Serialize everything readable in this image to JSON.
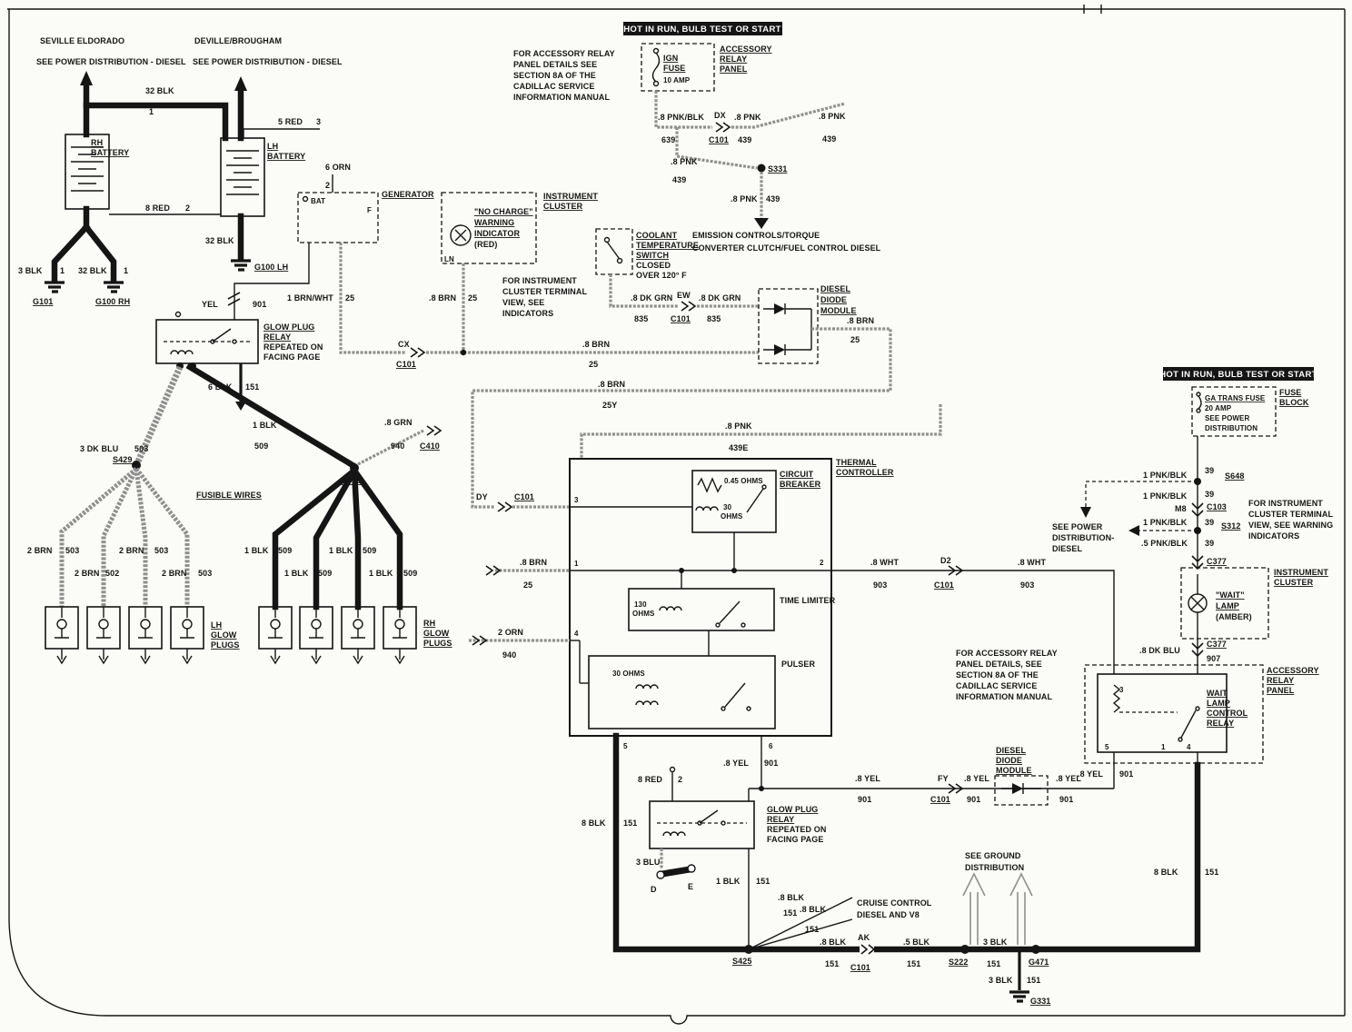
{
  "banners": {
    "hot_in_run": "HOT IN RUN,  BULB TEST OR START"
  },
  "header": {
    "seville": "SEVILLE ELDORADO",
    "deville": "DEVILLE/BROUGHAM",
    "see_pd": "SEE POWER DISTRIBUTION - DIESEL"
  },
  "comp": {
    "rh": "RH",
    "lh": "LH",
    "battery": "BATTERY",
    "generator": "GENERATOR",
    "instr1": "INSTRUMENT",
    "instr2": "CLUSTER",
    "nocharge1": "\"NO CHARGE\"",
    "nocharge2": "WARNING",
    "nocharge3": "INDICATOR",
    "nocharge4": "(RED)",
    "coolant1": "COOLANT",
    "coolant2": "TEMPERATURE",
    "coolant3": "SWITCH",
    "coolant4": "CLOSED",
    "coolant5": "OVER 120° F",
    "emission1": "EMISSION CONTROLS/TORQUE",
    "emission2": "CONVERTER CLUTCH/FUEL CONTROL  DIESEL",
    "diode1": "DIESEL",
    "diode2": "DIODE",
    "diode3": "MODULE",
    "thermal1": "THERMAL",
    "thermal2": "CONTROLLER",
    "cb1": "CIRCUIT",
    "cb2": "BREAKER",
    "ohms045": "0.45 OHMS",
    "ohms30": "30 OHMS",
    "time_limiter": "TIME LIMITER",
    "pulser": "PULSER",
    "gpr1": "GLOW PLUG",
    "gpr2": "RELAY",
    "gpr3": "REPEATED ON",
    "gpr4": "FACING PAGE",
    "fusible": "FUSIBLE WIRES",
    "glow": "GLOW",
    "plugs": "PLUGS",
    "ign1": "IGN",
    "ign2": "FUSE",
    "ign3": "10 AMP",
    "arp1": "ACCESSORY",
    "arp2": "RELAY",
    "arp3": "PANEL",
    "ga1": "GA TRANS FUSE",
    "ga2": "20 AMP",
    "ga3": "SEE POWER",
    "ga4": "DISTRIBUTION",
    "fb1": "FUSE",
    "fb2": "BLOCK",
    "wait1": "\"WAIT\"",
    "wait2": "LAMP",
    "wait3": "(AMBER)",
    "wlcr1": "WAIT",
    "wlcr2": "LAMP",
    "wlcr3": "CONTROL",
    "wlcr4": "RELAY",
    "cruise1": "CRUISE CONTROL",
    "cruise2": "DIESEL AND V8"
  },
  "w": {
    "blk32": "32 BLK",
    "red8": "8 RED",
    "red5": "5 RED",
    "blk3": "3 BLK",
    "orn6": "6 ORN",
    "yel": "YEL",
    "brnwht1": "1 BRN/WHT",
    "brn8": ".8 BRN",
    "pnk8": ".8 PNK",
    "pnkblk8": ".8 PNK/BLK",
    "dkgrn8": ".8 DK GRN",
    "blk6": "6 BLK",
    "dkblu3": "3 DK BLU",
    "blk1": "1 BLK",
    "grn8": ".8 GRN",
    "brn2": "2 BRN",
    "orn2": "2 ORN",
    "wht8": ".8 WHT",
    "pnkblk1": "1 PNK/BLK",
    "pnkblk05": ".5 PNK/BLK",
    "dkblu8": ".8 DK BLU",
    "yel8": ".8 YEL",
    "blk8": "8 BLK",
    "blu3": "3 BLU",
    "blk08": ".8 BLK",
    "blk05": ".5 BLK",
    "c901": "901",
    "c25": "25",
    "c25y": "25Y",
    "c439": "439",
    "c439e": "439E",
    "c639": "639",
    "c835": "835",
    "c151": "151",
    "c503": "503",
    "c502": "502",
    "c509": "509",
    "c940": "940",
    "c903": "903",
    "c39": "39",
    "c907": "907"
  },
  "conn": {
    "c101": "C101",
    "c103": "C103",
    "c377": "C377",
    "c410": "C410",
    "s331": "S331",
    "s429": "S429",
    "s430": "S430",
    "s648": "S648",
    "s312": "S312",
    "s425": "S425",
    "s222": "S222",
    "g471": "G471",
    "g331": "G331",
    "g101": "G101",
    "g100rh": "G100 RH",
    "g100lh": "G100 LH",
    "dx": "DX",
    "cx": "CX",
    "ew": "EW",
    "dy": "DY",
    "d2": "D2",
    "fy": "FY",
    "ak": "AK",
    "m8": "M8"
  },
  "pins": {
    "n1": "1",
    "n2": "2",
    "n3": "3",
    "n4": "4",
    "n5": "5",
    "n6": "6",
    "n30": "30",
    "n130": "130",
    "ohms": "OHMS",
    "bat": "BAT",
    "f": "F",
    "ln": "LN",
    "d": "D",
    "e": "E"
  },
  "notes": {
    "acc_top": [
      "FOR ACCESSORY RELAY",
      "PANEL DETAILS SEE",
      "SECTION 8A OF THE",
      "CADILLAC SERVICE",
      "INFORMATION MANUAL"
    ],
    "acc_bottom": [
      "FOR ACCESSORY RELAY",
      "PANEL DETAILS, SEE",
      "SECTION 8A OF THE",
      "CADILLAC SERVICE",
      "INFORMATION MANUAL"
    ],
    "instr_ind": [
      "FOR INSTRUMENT",
      "CLUSTER TERMINAL",
      "VIEW, SEE",
      "INDICATORS"
    ],
    "instr_warn": [
      "FOR INSTRUMENT",
      "CLUSTER TERMINAL",
      "VIEW, SEE WARNING",
      "INDICATORS"
    ],
    "see_ground": [
      "SEE GROUND",
      "DISTRIBUTION"
    ],
    "see_power_diesel": [
      "SEE POWER",
      "DISTRIBUTION-",
      "DIESEL"
    ]
  }
}
